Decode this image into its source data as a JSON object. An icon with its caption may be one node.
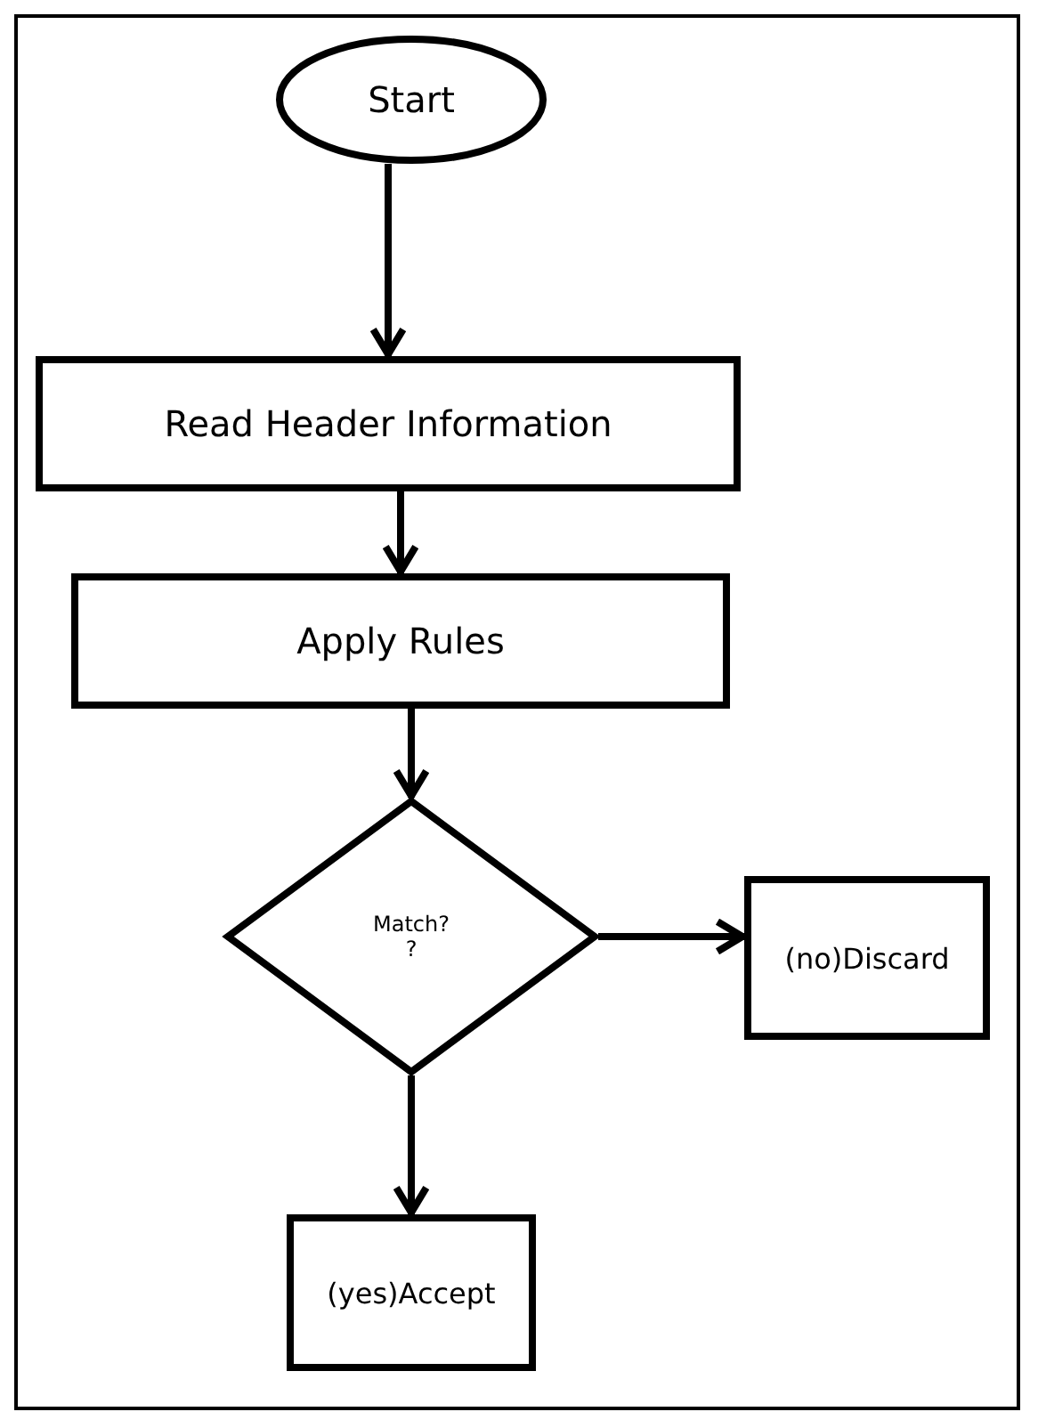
{
  "diagram": {
    "nodes": [
      {
        "text": [
          "Start"
        ]
      },
      {
        "text": [
          "Read Header Information"
        ]
      },
      {
        "text": [
          "Apply Rules"
        ]
      },
      {
        "text": [
          "Match? ?"
        ]
      },
      {
        "text": [
          "(no)Discard"
        ]
      },
      {
        "text": [
          "(yes)Accept"
        ]
      }
    ],
    "edges": [
      {
        "from": 0,
        "to": 1,
        "arrow": "to"
      },
      {
        "from": 1,
        "to": 2,
        "arrow": "to"
      },
      {
        "from": 2,
        "to": 3,
        "arrow": "to"
      },
      {
        "from": 3,
        "to": 4,
        "arrow": "to"
      },
      {
        "from": 3,
        "to": 5,
        "arrow": "to"
      }
    ]
  }
}
